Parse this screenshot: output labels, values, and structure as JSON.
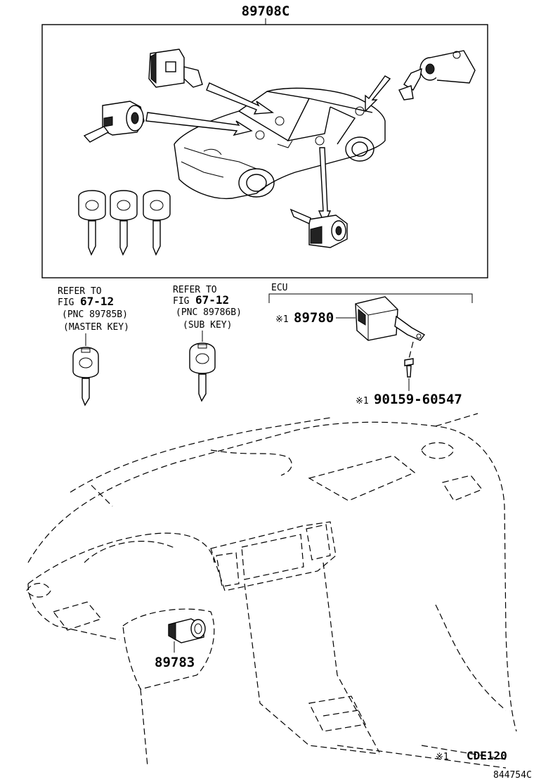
{
  "parts": {
    "kit_number": "89708C",
    "ecu_part": "89780",
    "ecu_bolt": "90159-60547",
    "antenna_part": "89783",
    "ecu_group_label": "ECU",
    "asterisk_mark": "※1"
  },
  "references": {
    "master_key": {
      "refer_line": "REFER TO",
      "fig_prefix": "FIG",
      "fig_number": "67-12",
      "pnc": "(PNC 89785B)",
      "key_type": "(MASTER KEY)"
    },
    "sub_key": {
      "refer_line": "REFER TO",
      "fig_prefix": "FIG",
      "fig_number": "67-12",
      "pnc": "(PNC 89786B)",
      "key_type": "(SUB KEY)"
    }
  },
  "footnote": {
    "mark": "※1",
    "code": "CDE120"
  },
  "illustration_number": "844754C",
  "icons": [
    "car-outline",
    "door-lock-cylinder",
    "ignition-cylinder",
    "trunk-cylinder",
    "key",
    "ecu-module",
    "bolt",
    "transponder-antenna"
  ]
}
